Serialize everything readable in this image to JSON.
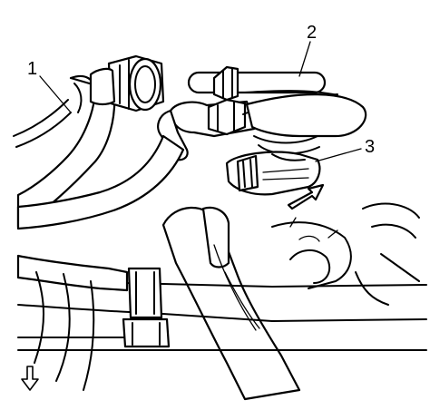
{
  "callouts": [
    {
      "id": "1",
      "label": "1"
    },
    {
      "id": "2",
      "label": "2"
    },
    {
      "id": "3",
      "label": "3"
    }
  ],
  "direction_icon": "arrow-down-outline-icon",
  "colors": {
    "line": "#000000",
    "background": "#ffffff"
  }
}
